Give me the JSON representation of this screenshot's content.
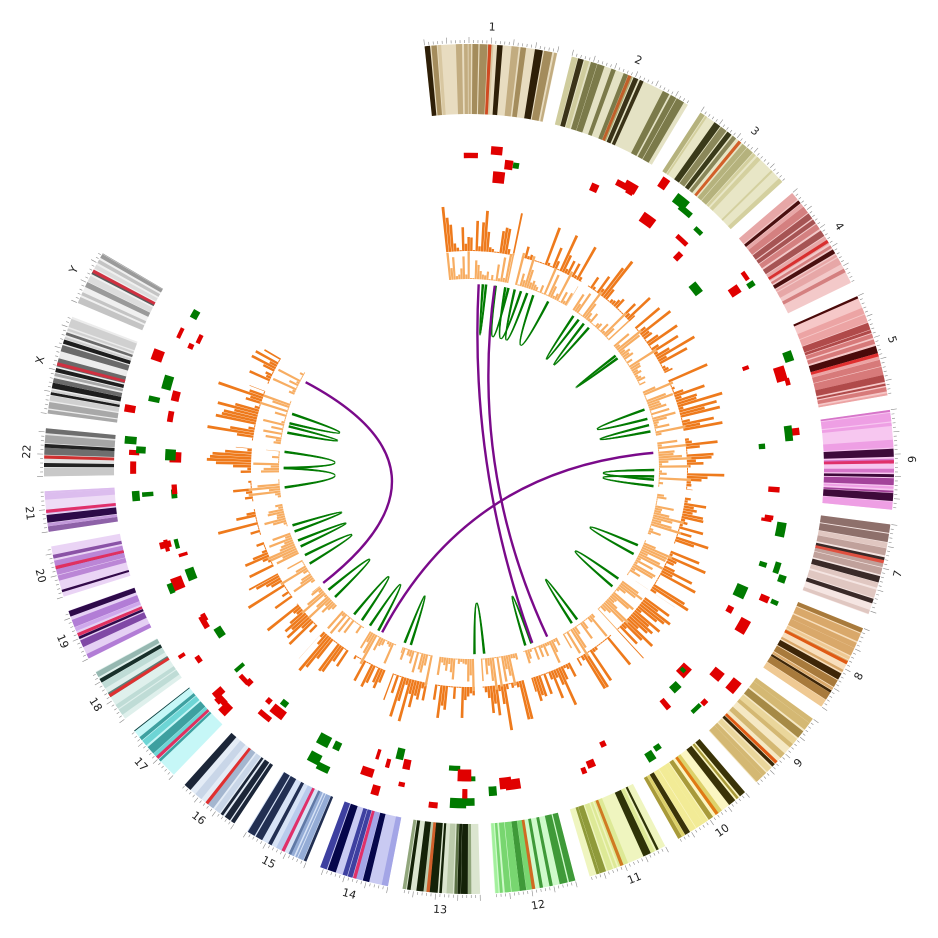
{
  "chromosomes": [
    {
      "label": "1",
      "start": -6,
      "end": 12,
      "palette": [
        "#e8dcc0",
        "#d8c7a1",
        "#c2ac80",
        "#a48c5c",
        "#2e1f08"
      ],
      "highlight": "#d04a22"
    },
    {
      "label": "2",
      "start": 14,
      "end": 31,
      "palette": [
        "#e4e2c4",
        "#cfcc9d",
        "#aeaa73",
        "#7b7a4a",
        "#3a3318"
      ],
      "highlight": "#c0602a"
    },
    {
      "label": "3",
      "start": 33,
      "end": 47.5,
      "palette": [
        "#e8e6c6",
        "#d4d09f",
        "#b5b27d",
        "#8a875a",
        "#3a3a1a"
      ],
      "highlight": "#d2602a"
    },
    {
      "label": "4",
      "start": 49.5,
      "end": 64,
      "palette": [
        "#f3c9c9",
        "#e7a7a7",
        "#d48080",
        "#a65454",
        "#4a1010"
      ],
      "highlight": "#d83030"
    },
    {
      "label": "5",
      "start": 66,
      "end": 80,
      "palette": [
        "#f6c8c8",
        "#eca4a4",
        "#d77a7a",
        "#b04a4a",
        "#4a0a0a"
      ],
      "highlight": "#e03030"
    },
    {
      "label": "6",
      "start": 82,
      "end": 95.5,
      "palette": [
        "#f7c7f0",
        "#ee9fe4",
        "#d675c9",
        "#a3439a",
        "#3e0a3a"
      ],
      "highlight": "#e0306a"
    },
    {
      "label": "7",
      "start": 97.5,
      "end": 110,
      "palette": [
        "#f5e5e2",
        "#e0c7c1",
        "#c0a19b",
        "#8e706b",
        "#3a2a28"
      ],
      "highlight": "#e05040"
    },
    {
      "label": "8",
      "start": 112,
      "end": 124,
      "palette": [
        "#f8dfbd",
        "#efc993",
        "#d9a86a",
        "#a87a3c",
        "#3e2608"
      ],
      "highlight": "#e05a14"
    },
    {
      "label": "9",
      "start": 126,
      "end": 137.5,
      "palette": [
        "#f5e8c4",
        "#ead69b",
        "#d4b873",
        "#a68a46",
        "#3a2808"
      ],
      "highlight": "#e05a14"
    },
    {
      "label": "10",
      "start": 139.5,
      "end": 150.5,
      "palette": [
        "#fbf6c2",
        "#f2eb96",
        "#ddd16a",
        "#a89a3a",
        "#3a3308"
      ],
      "highlight": "#e07a14"
    },
    {
      "label": "11",
      "start": 152.5,
      "end": 163.5,
      "palette": [
        "#eff5bf",
        "#dde996",
        "#c2d06a",
        "#8f9a3a",
        "#2e3308"
      ],
      "highlight": "#d07a22"
    },
    {
      "label": "12",
      "start": 165.5,
      "end": 176.5,
      "palette": [
        "#cffacb",
        "#a3f09d",
        "#78d670",
        "#3f9a39",
        "#0a3308"
      ],
      "highlight": "#d06a22"
    },
    {
      "label": "13",
      "start": 178.5,
      "end": 189,
      "palette": [
        "#dbe5cf",
        "#bccbab",
        "#91a67c",
        "#5a7044",
        "#142208"
      ],
      "highlight": "#d0602a"
    },
    {
      "label": "14",
      "start": 191,
      "end": 200.5,
      "palette": [
        "#c9caf2",
        "#a3a5e6",
        "#7a7dd0",
        "#3e40a0",
        "#06064a"
      ],
      "highlight": "#e0306a"
    },
    {
      "label": "15",
      "start": 202.5,
      "end": 211.5,
      "palette": [
        "#d7e3f6",
        "#b9cbec",
        "#94acd6",
        "#6079a6",
        "#222f52"
      ],
      "highlight": "#e0306a"
    },
    {
      "label": "16",
      "start": 213.5,
      "end": 222,
      "palette": [
        "#e4ecf6",
        "#c9d6e8",
        "#a4b6cf",
        "#6b7e98",
        "#1c2638"
      ],
      "highlight": "#e03030"
    },
    {
      "label": "17",
      "start": 224,
      "end": 232,
      "palette": [
        "#c6f7f7",
        "#97eded",
        "#6dd5d5",
        "#3ea0a0",
        "#0a3a3a"
      ],
      "highlight": "#e03060"
    },
    {
      "label": "18",
      "start": 234,
      "end": 241.5,
      "palette": [
        "#dff0ec",
        "#bfdcd6",
        "#96b8b1",
        "#5d7d77",
        "#18302b"
      ],
      "highlight": "#e03030"
    },
    {
      "label": "19",
      "start": 243.5,
      "end": 250.5,
      "palette": [
        "#e5d0f4",
        "#cfa8ec",
        "#b27dd6",
        "#8048a6",
        "#2e0a4a"
      ],
      "highlight": "#e03060"
    },
    {
      "label": "20",
      "start": 252.5,
      "end": 259.5,
      "palette": [
        "#ead4f5",
        "#d6b0ec",
        "#bb86d6",
        "#8a52a6",
        "#330a4a"
      ],
      "highlight": "#e03060"
    },
    {
      "label": "21",
      "start": 261.5,
      "end": 267,
      "palette": [
        "#eedcf6",
        "#dcbdee",
        "#c299da",
        "#8e62a8",
        "#2c0a48"
      ],
      "highlight": "#e0306a"
    },
    {
      "label": "22",
      "start": 269,
      "end": 275.5,
      "palette": [
        "#e2e2e2",
        "#c8c8c8",
        "#a6a6a6",
        "#6e6e6e",
        "#222222"
      ],
      "highlight": "#d03030"
    },
    {
      "label": "X",
      "start": 277.5,
      "end": 291,
      "palette": [
        "#ececec",
        "#d0d0d0",
        "#a8a8a8",
        "#6a6a6a",
        "#1e1e1e"
      ],
      "highlight": "#d03040"
    },
    {
      "label": "Y",
      "start": 293,
      "end": 300.5,
      "palette": [
        "#f0f0f0",
        "#dcdcdc",
        "#c4c4c4",
        "#9a9a9a",
        "#5a5a5a"
      ],
      "highlight": "#d03040"
    }
  ],
  "colors": {
    "gain": "#e00000",
    "loss": "#007a00",
    "histogram_dark": "#ee7a1c",
    "histogram_light": "#f7ad62",
    "link_green": "#007a00",
    "link_purple": "#7a0a8a"
  },
  "links": [
    {
      "a": 4,
      "b": 5,
      "type": "intra"
    },
    {
      "a": 8,
      "b": 12,
      "type": "intra"
    },
    {
      "a": 11,
      "b": 16,
      "type": "intra"
    },
    {
      "a": 14,
      "b": 18,
      "type": "intra"
    },
    {
      "a": 20,
      "b": 25,
      "type": "intra"
    },
    {
      "a": 34,
      "b": 36,
      "type": "intra"
    },
    {
      "a": 38,
      "b": 40,
      "type": "intra"
    },
    {
      "a": 52,
      "b": 53,
      "type": "intra"
    },
    {
      "a": 71,
      "b": 74,
      "type": "intra"
    },
    {
      "a": 76,
      "b": 78,
      "type": "intra"
    },
    {
      "a": 90,
      "b": 93,
      "type": "intra"
    },
    {
      "a": 92,
      "b": 95,
      "type": "intra"
    },
    {
      "a": 114,
      "b": 117,
      "type": "intra"
    },
    {
      "a": 126,
      "b": 129,
      "type": "intra"
    },
    {
      "a": 144,
      "b": 146,
      "type": "intra"
    },
    {
      "a": 160,
      "b": 162,
      "type": "intra"
    },
    {
      "a": 226,
      "b": 229,
      "type": "intra"
    },
    {
      "a": 239,
      "b": 242,
      "type": "intra"
    },
    {
      "a": 245,
      "b": 247,
      "type": "intra"
    },
    {
      "a": 250,
      "b": 252,
      "type": "intra"
    },
    {
      "a": 264,
      "b": 270,
      "type": "intra"
    },
    {
      "a": 270,
      "b": 275,
      "type": "intra"
    },
    {
      "a": 281,
      "b": 283,
      "type": "intra"
    },
    {
      "a": 284,
      "b": 287,
      "type": "intra"
    },
    {
      "a": 198,
      "b": 200,
      "type": "intra"
    },
    {
      "a": 209,
      "b": 212,
      "type": "intra"
    },
    {
      "a": 215,
      "b": 218,
      "type": "intra"
    },
    {
      "a": 175,
      "b": 178,
      "type": "intra"
    },
    {
      "a": 8,
      "b": 155,
      "type": "inter"
    },
    {
      "a": 3,
      "b": 160,
      "type": "inter"
    },
    {
      "a": 85,
      "b": 208,
      "type": "inter"
    },
    {
      "a": 298,
      "b": 232,
      "type": "inter"
    }
  ]
}
